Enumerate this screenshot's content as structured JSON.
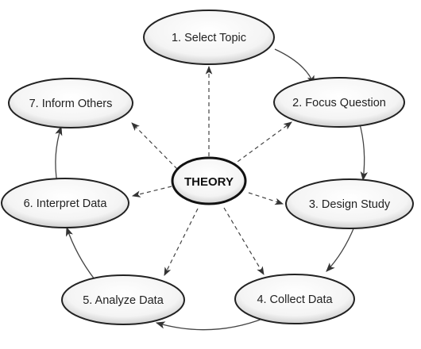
{
  "diagram": {
    "center": {
      "label": "THEORY"
    },
    "steps": [
      {
        "label": "1. Select Topic"
      },
      {
        "label": "2. Focus Question"
      },
      {
        "label": "3. Design Study"
      },
      {
        "label": "4. Collect Data"
      },
      {
        "label": "5. Analyze Data"
      },
      {
        "label": "6. Interpret Data"
      },
      {
        "label": "7. Inform Others"
      }
    ]
  }
}
